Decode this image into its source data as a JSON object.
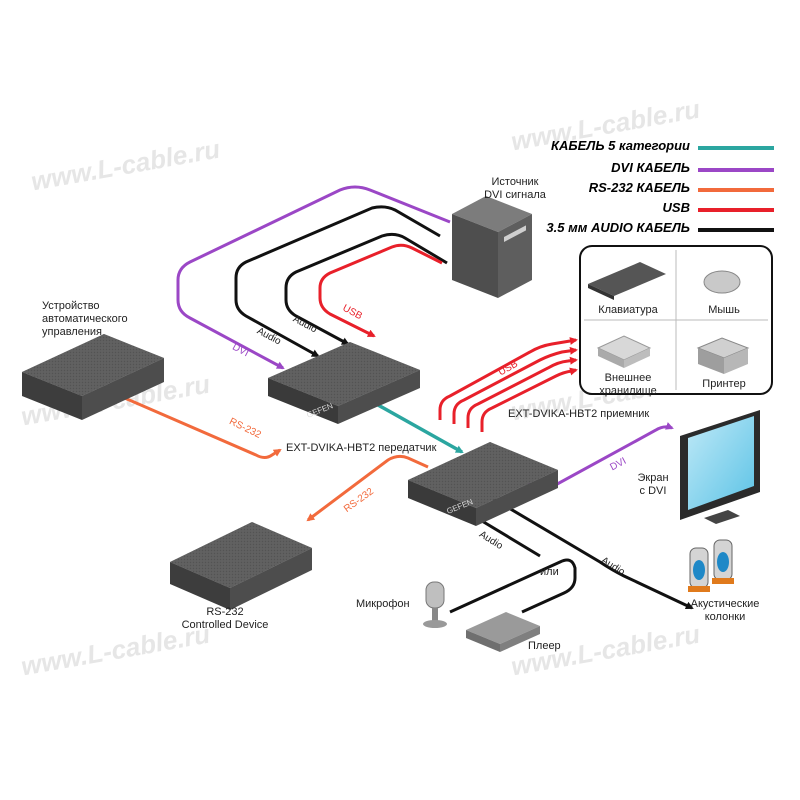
{
  "watermark": "www.L-cable.ru",
  "legend": [
    {
      "label": "КАБЕЛЬ 5 категории",
      "color": "#2ba6a0"
    },
    {
      "label": "DVI КАБЕЛЬ",
      "color": "#9b47c6"
    },
    {
      "label": "RS-232 КАБЕЛЬ",
      "color": "#f26a3c"
    },
    {
      "label": "USB",
      "color": "#e8202a"
    },
    {
      "label": "3.5 мм AUDIO КАБЕЛЬ",
      "color": "#111111"
    }
  ],
  "labels": {
    "source_line1": "Источник",
    "source_line2": "DVI сигнала",
    "automation_line1": "Устройство",
    "automation_line2": "автоматического",
    "automation_line3": "управления",
    "transmitter": "EXT-DVIKA-HBT2 передатчик",
    "receiver": "EXT-DVIKA-HBT2 приемник",
    "rs232_line1": "RS-232",
    "rs232_line2": "Controlled Device",
    "microphone": "Микрофон",
    "player": "Плеер",
    "display_line1": "Экран",
    "display_line2": "с DVI",
    "speakers_line1": "Акустические",
    "speakers_line2": "колонки",
    "keyboard": "Клавиатура",
    "mouse": "Мышь",
    "storage_line1": "Внешнее",
    "storage_line2": "хранилище",
    "printer": "Принтер",
    "or": "или"
  },
  "cable_labels": {
    "dvi_left": "DVI",
    "dvi_right": "DVI",
    "audio_1": "Audio",
    "audio_2": "Audio",
    "usb_top": "USB",
    "usb_right": "USB",
    "rs232_left": "RS-232",
    "rs232_right": "RS-232",
    "audio_mic": "Audio",
    "audio_spk": "Audio"
  },
  "brand": "GEFEN"
}
